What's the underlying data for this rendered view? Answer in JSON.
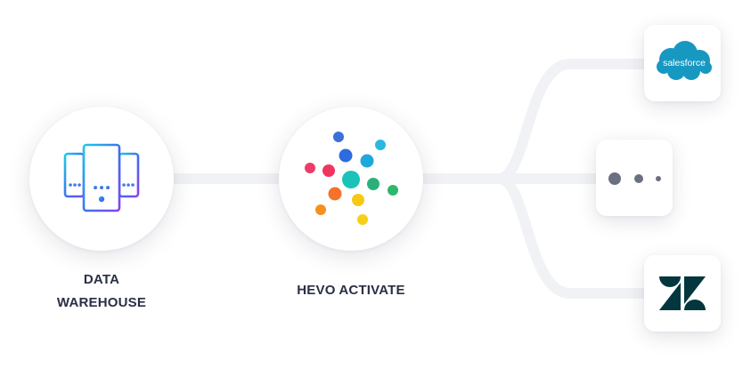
{
  "diagram": {
    "nodes": [
      {
        "id": "data-warehouse",
        "label": "DATA\nWAREHOUSE",
        "icon": "server-rack-icon"
      },
      {
        "id": "hevo-activate",
        "label": "HEVO ACTIVATE",
        "icon": "hevo-dots-logo-icon"
      }
    ],
    "destinations": [
      {
        "id": "salesforce",
        "logo_text": "salesforce",
        "icon": "salesforce-cloud-logo",
        "color": "#1798c1"
      },
      {
        "id": "more",
        "icon": "more-dots-icon",
        "color": "#6b7080"
      },
      {
        "id": "zendesk",
        "icon": "zendesk-logo",
        "color": "#03363d"
      }
    ],
    "colors": {
      "connector": "#f1f2f5",
      "label_text": "#2a2f45",
      "warehouse_gradient": [
        "#1fc9e6",
        "#3f6ef0",
        "#8a3ff0"
      ]
    }
  }
}
